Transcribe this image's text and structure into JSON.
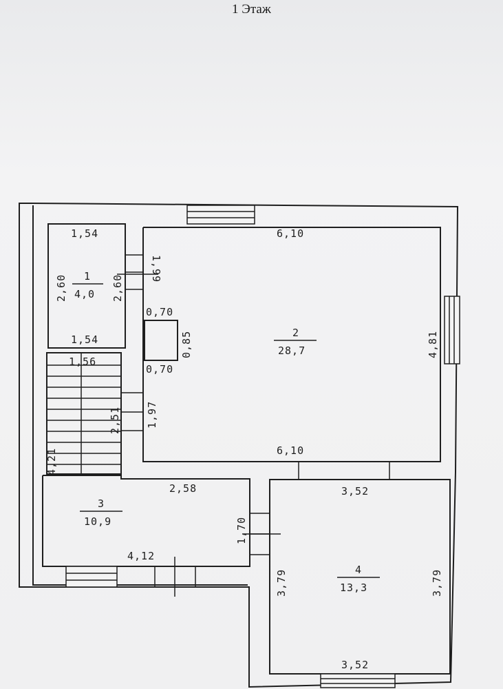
{
  "floor_title": "1 Этаж",
  "rooms": [
    {
      "number": "1",
      "area": "4,0"
    },
    {
      "number": "2",
      "area": "28,7"
    },
    {
      "number": "3",
      "area": "10,9"
    },
    {
      "number": "4",
      "area": "13,3"
    }
  ],
  "dimensions": {
    "r1_top": "1,54",
    "r1_bottom": "1,54",
    "r1_left": "2,60",
    "r1_right": "2,60",
    "wall_opening": "1,99",
    "niche_top": "0,70",
    "niche_side": "0,85",
    "niche_bottom": "0,70",
    "r2_top": "6,10",
    "r2_bottom": "6,10",
    "r2_right": "4,81",
    "stair_top": "1,56",
    "stair_small": "1,97",
    "stair_side": "2,51",
    "stair_left": "4,21",
    "r3_top": "2,58",
    "r3_bottom": "4,12",
    "r3_right": "1,70",
    "r4_top": "3,52",
    "r4_bottom": "3,52",
    "r4_left": "3,79",
    "r4_right": "3,79"
  },
  "colors": {
    "line": "#1e1e1e",
    "paper": "#f1f1f2"
  }
}
